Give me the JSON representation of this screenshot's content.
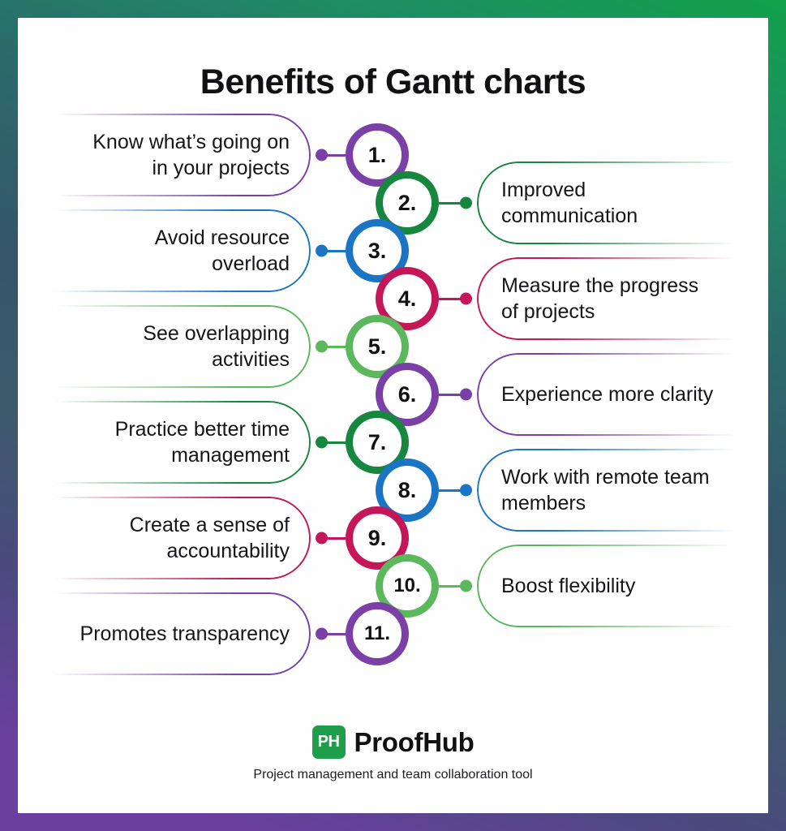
{
  "title": "Benefits of Gantt charts",
  "frame": {
    "gradient_stops": [
      "#11A14A",
      "#2A6B6B",
      "#3D5A6C",
      "#6B3FA0"
    ]
  },
  "palette": {
    "purple": "#7B3FA8",
    "dark_green": "#17873F",
    "blue": "#1C74C4",
    "crimson": "#C41758",
    "light_green": "#5CB85C"
  },
  "items": [
    {
      "number": "1.",
      "label": "Know what’s going on in your projects",
      "color": "#7B3FA8",
      "side": "left",
      "color_name": "purple"
    },
    {
      "number": "2.",
      "label": "Improved communication",
      "color": "#17873F",
      "side": "right",
      "color_name": "dark-green"
    },
    {
      "number": "3.",
      "label": "Avoid resource overload",
      "color": "#1C74C4",
      "side": "left",
      "color_name": "blue"
    },
    {
      "number": "4.",
      "label": "Measure the progress of projects",
      "color": "#C41758",
      "side": "right",
      "color_name": "crimson"
    },
    {
      "number": "5.",
      "label": "See overlapping activities",
      "color": "#5CB85C",
      "side": "left",
      "color_name": "light-green"
    },
    {
      "number": "6.",
      "label": "Experience more clarity",
      "color": "#7B3FA8",
      "side": "right",
      "color_name": "purple"
    },
    {
      "number": "7.",
      "label": "Practice better time management",
      "color": "#17873F",
      "side": "left",
      "color_name": "dark-green"
    },
    {
      "number": "8.",
      "label": "Work with remote team members",
      "color": "#1C74C4",
      "side": "right",
      "color_name": "blue"
    },
    {
      "number": "9.",
      "label": "Create a sense of accountability",
      "color": "#C41758",
      "side": "left",
      "color_name": "crimson"
    },
    {
      "number": "10.",
      "label": "Boost flexibility",
      "color": "#5CB85C",
      "side": "right",
      "color_name": "light-green"
    },
    {
      "number": "11.",
      "label": "Promotes transparency",
      "color": "#7B3FA8",
      "side": "left",
      "color_name": "purple"
    }
  ],
  "footer": {
    "logo_text": "PH",
    "brand": "ProofHub",
    "tagline": "Project management and team collaboration tool",
    "logo_color": "#1E9E4A"
  }
}
